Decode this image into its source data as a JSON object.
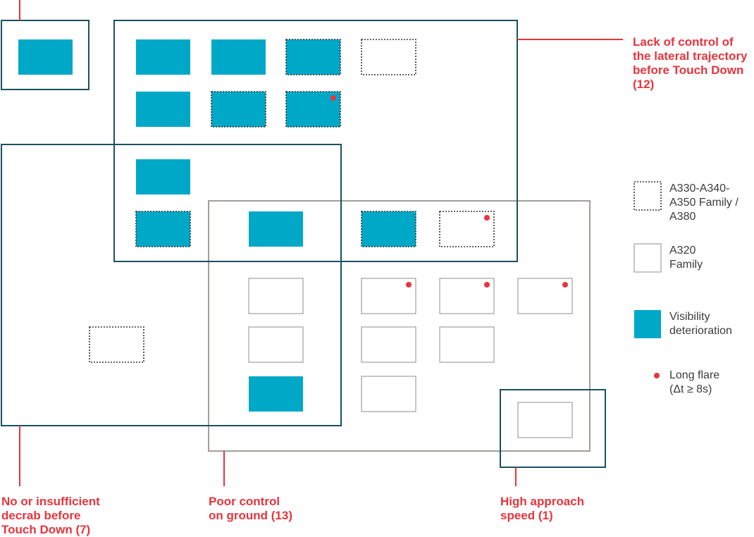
{
  "colors": {
    "visibility": "#00a8c8",
    "case_border": "#333333",
    "lateral_group": "#1b4f62",
    "decrab_group": "#1b4f62",
    "high_speed_group": "#1b4f62",
    "ground_group": "#a39e97",
    "label_red": "#e8343c",
    "long_flare_dot": "#e8343c",
    "legend_text": "#3c3c3c"
  },
  "categories": {
    "lateral": "Lack of control of\nthe lateral trajectory\nbefore Touch Down\n(12)",
    "decrab": "No or insufficient\ndecrab before\nTouch Down (7)",
    "ground": "Poor control\non ground (13)",
    "high_speed": "High approach\nspeed (1)"
  },
  "legend": {
    "widebody": "A330-A340-\nA350 Family /\nA380",
    "a320": "A320\nFamily",
    "visibility": "Visibility\ndeterioration",
    "long_flare": "Long flare\n(Δt ≥ 8s)"
  },
  "cases": [
    {
      "family": "a320",
      "visibility": true,
      "long_flare": false
    },
    {
      "family": "a320",
      "visibility": true,
      "long_flare": false
    },
    {
      "family": "a320",
      "visibility": true,
      "long_flare": false
    },
    {
      "family": "widebody",
      "visibility": true,
      "long_flare": false
    },
    {
      "family": "widebody",
      "visibility": false,
      "long_flare": false
    },
    {
      "family": "a320",
      "visibility": true,
      "long_flare": false
    },
    {
      "family": "widebody",
      "visibility": true,
      "long_flare": false
    },
    {
      "family": "widebody",
      "visibility": true,
      "long_flare": true
    },
    {
      "family": "a320",
      "visibility": true,
      "long_flare": false
    },
    {
      "family": "widebody",
      "visibility": true,
      "long_flare": false
    },
    {
      "family": "a320",
      "visibility": true,
      "long_flare": false
    },
    {
      "family": "widebody",
      "visibility": true,
      "long_flare": false
    },
    {
      "family": "widebody",
      "visibility": false,
      "long_flare": true
    },
    {
      "family": "a320",
      "visibility": false,
      "long_flare": false
    },
    {
      "family": "a320",
      "visibility": false,
      "long_flare": true
    },
    {
      "family": "a320",
      "visibility": false,
      "long_flare": true
    },
    {
      "family": "a320",
      "visibility": false,
      "long_flare": true
    },
    {
      "family": "widebody",
      "visibility": false,
      "long_flare": false
    },
    {
      "family": "a320",
      "visibility": false,
      "long_flare": false
    },
    {
      "family": "a320",
      "visibility": false,
      "long_flare": false
    },
    {
      "family": "a320",
      "visibility": false,
      "long_flare": false
    },
    {
      "family": "a320",
      "visibility": true,
      "long_flare": false
    },
    {
      "family": "a320",
      "visibility": false,
      "long_flare": false
    },
    {
      "family": "a320",
      "visibility": false,
      "long_flare": false
    }
  ]
}
